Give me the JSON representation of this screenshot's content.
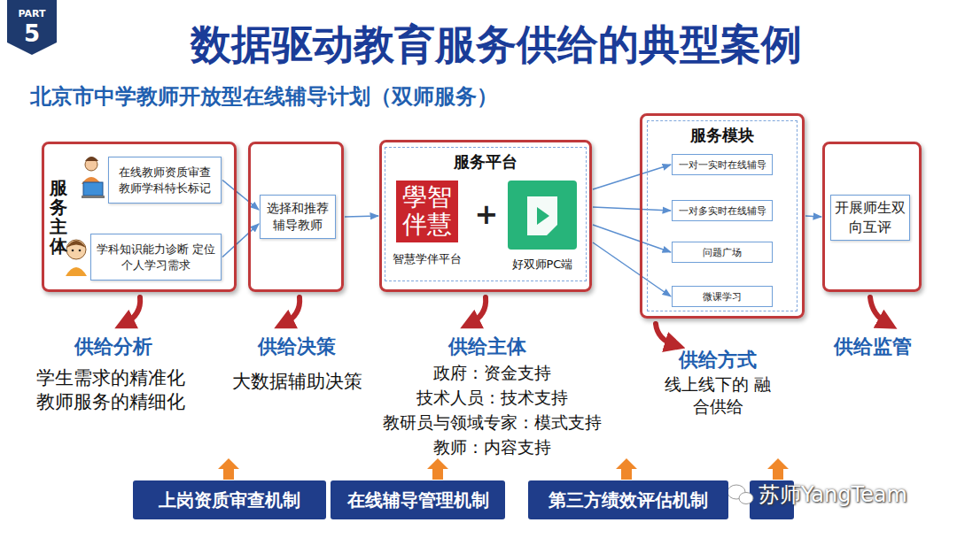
{
  "diagram": {
    "title": "数据驱动教育服务供给的典型案例",
    "nodes": [
      {
        "text": [
          "服务主体"
        ]
      },
      {
        "text": [
          "在线教师资质审查 教师学科特长标记"
        ],
        "in": 0
      },
      {
        "text": [
          "学科知识能力诊断 定位个人学习需求"
        ],
        "in": 0
      },
      {
        "text": []
      },
      {
        "text": [
          "选择和推荐 辅导教师"
        ],
        "in": 3
      },
      {
        "text": []
      },
      {
        "text": [
          "服务平台"
        ],
        "in": 5
      },
      {
        "text": [
          "學智伴慧",
          "智慧学伴平台"
        ],
        "in": 6
      },
      {
        "text": [
          "好双师PC端"
        ],
        "in": 6
      },
      {
        "text": []
      },
      {
        "text": [
          "服务模块"
        ],
        "in": 9
      },
      {
        "text": [
          "一对一实时在线辅导"
        ],
        "in": 10
      },
      {
        "text": [
          "一对多实时在线辅导"
        ],
        "in": 10
      },
      {
        "text": [
          "问题广场"
        ],
        "in": 10
      },
      {
        "text": [
          "微课学习"
        ],
        "in": 10
      },
      {
        "text": []
      },
      {
        "text": [
          "开展师生双向互评"
        ],
        "in": 15
      },
      {
        "text": [
          "上岗资质审查机制"
        ]
      },
      {
        "text": [
          "在线辅导管理机制"
        ]
      },
      {
        "text": [
          "第三方绩效评估机制"
        ]
      }
    ],
    "edges": [
      {
        "from": 1,
        "to": 4,
        "arrow": "to"
      },
      {
        "from": 2,
        "to": 4,
        "arrow": "to"
      },
      {
        "from": 3,
        "to": 5,
        "arrow": "to"
      },
      {
        "from": 5,
        "to": 11,
        "arrow": "to"
      },
      {
        "from": 5,
        "to": 12,
        "arrow": "to"
      },
      {
        "from": 5,
        "to": 13,
        "arrow": "to"
      },
      {
        "from": 5,
        "to": 14,
        "arrow": "to"
      },
      {
        "from": 9,
        "to": 15,
        "arrow": "to"
      }
    ],
    "labels": [
      "PART",
      "5",
      "北京市中学教师开放型在线辅导计划（双师服务）",
      "+",
      "供给分析",
      "学生需求的精准化 教师服务的精细化",
      "供给决策",
      "大数据辅助决策",
      "供给主体",
      "政府：资金支持",
      "技术人员：技术支持",
      "教研员与领域专家：模式支持",
      "教师：内容支持",
      "供给方式",
      "线上线下的 融合供给",
      "供给监管",
      "苏师YangTeam"
    ]
  }
}
